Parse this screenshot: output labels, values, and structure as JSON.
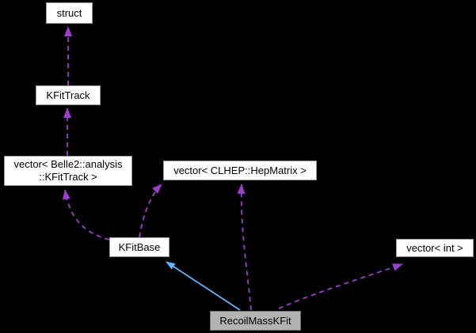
{
  "diagram": {
    "kind": "doxygen-collaboration-graph",
    "nodes": [
      {
        "id": "struct",
        "label": "struct"
      },
      {
        "id": "kfittrack",
        "label": "KFitTrack"
      },
      {
        "id": "vector-belle2-kfittrack",
        "label": "vector< Belle2::analysis ::KFitTrack >",
        "lines": [
          "vector< Belle2::analysis",
          "::KFitTrack >"
        ]
      },
      {
        "id": "vector-clhep-hepmatrix",
        "label": "vector< CLHEP::HepMatrix >"
      },
      {
        "id": "kfitbase",
        "label": "KFitBase"
      },
      {
        "id": "vector-int",
        "label": "vector< int >"
      },
      {
        "id": "recoilmasskfit",
        "label": "RecoilMassKFit"
      }
    ],
    "edges": [
      {
        "from": "KFitTrack",
        "to": "struct",
        "type": "collaboration",
        "style": "dashed"
      },
      {
        "from": "vector< Belle2::analysis ::KFitTrack >",
        "to": "KFitTrack",
        "type": "collaboration",
        "style": "dashed"
      },
      {
        "from": "KFitBase",
        "to": "vector< Belle2::analysis ::KFitTrack >",
        "type": "collaboration",
        "style": "dashed"
      },
      {
        "from": "KFitBase",
        "to": "vector< CLHEP::HepMatrix >",
        "type": "collaboration",
        "style": "dashed"
      },
      {
        "from": "RecoilMassKFit",
        "to": "KFitBase",
        "type": "inheritance",
        "style": "solid"
      },
      {
        "from": "RecoilMassKFit",
        "to": "vector< CLHEP::HepMatrix >",
        "type": "collaboration",
        "style": "dashed"
      },
      {
        "from": "RecoilMassKFit",
        "to": "vector< int >",
        "type": "collaboration",
        "style": "dashed"
      }
    ],
    "colors": {
      "page_bg": "#000000",
      "collaboration": "#9c3ecd",
      "inheritance": "#63b4f7",
      "node_fill": "#ffffff",
      "node_border": "#9a9a9a",
      "main_node_fill": "#b3b3b3",
      "main_node_border": "#6f6f6f",
      "text": "#000000"
    }
  }
}
